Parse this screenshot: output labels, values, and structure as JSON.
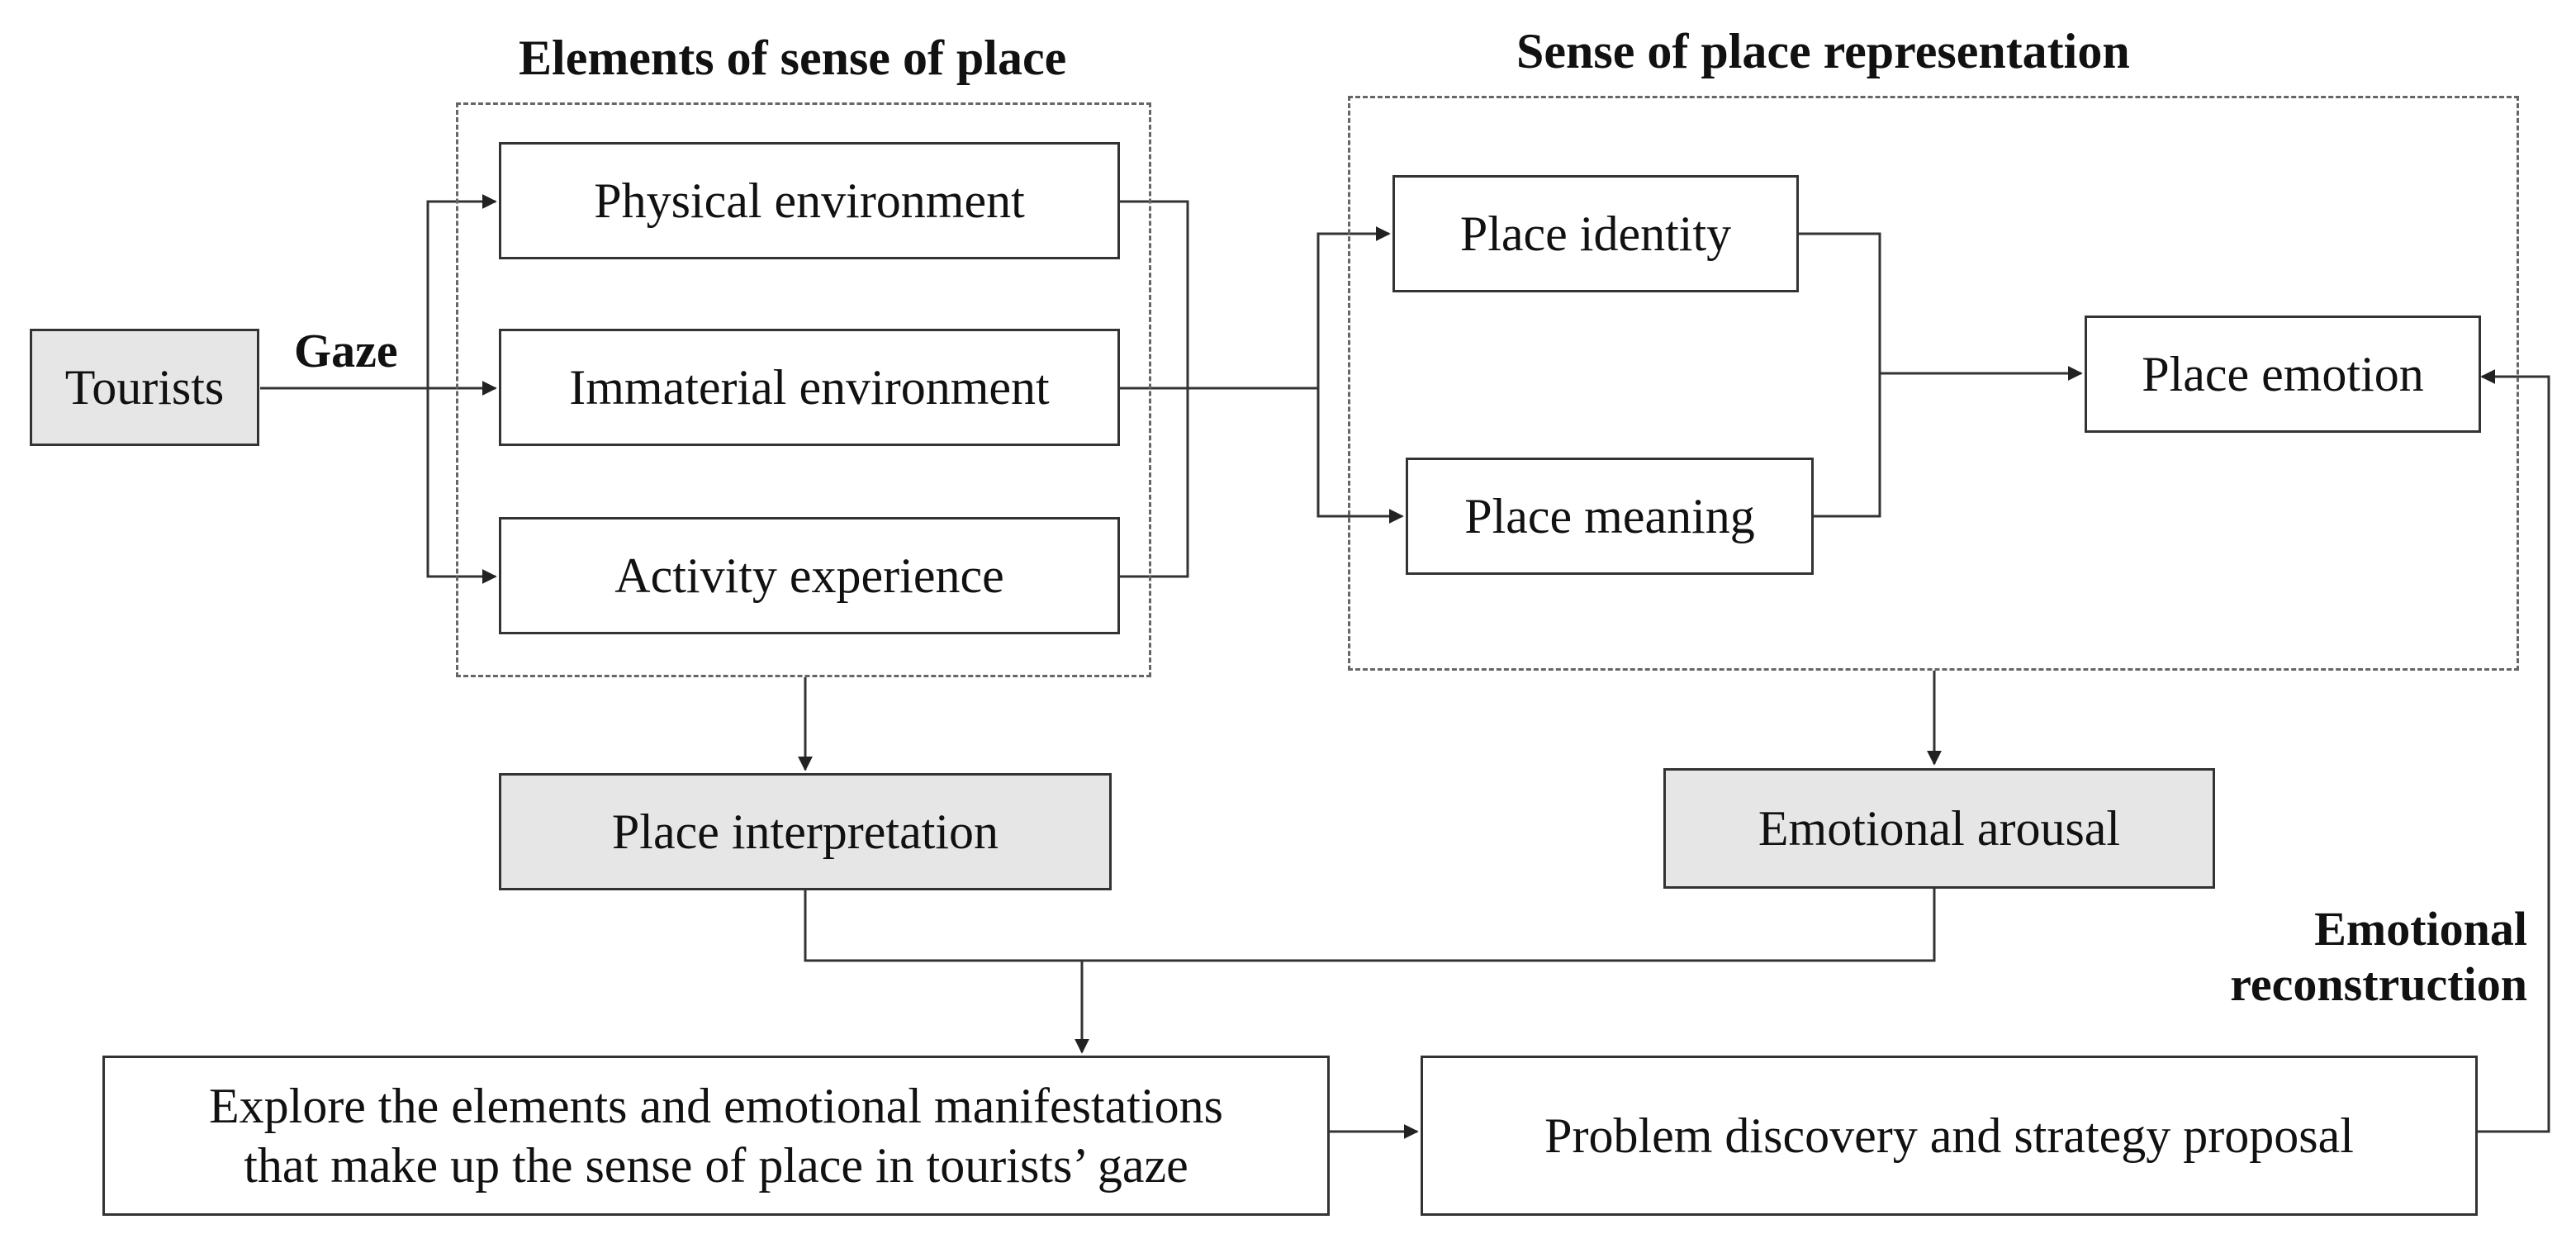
{
  "headers": {
    "elements_of_sense_of_place": "Elements of sense of place",
    "sense_of_place_representation": "Sense of place representation"
  },
  "nodes": {
    "tourists": "Tourists",
    "physical_environment": "Physical environment",
    "immaterial_environment": "Immaterial environment",
    "activity_experience": "Activity experience",
    "place_identity": "Place identity",
    "place_meaning": "Place meaning",
    "place_emotion": "Place emotion",
    "place_interpretation": "Place interpretation",
    "emotional_arousal": "Emotional arousal",
    "explore_line1": "Explore the elements and emotional manifestations",
    "explore_line2": "that make up the sense of place in tourists’ gaze",
    "problem_discovery": "Problem discovery and strategy proposal"
  },
  "edge_labels": {
    "gaze": "Gaze",
    "emotional_reconstruction_line1": "Emotional",
    "emotional_reconstruction_line2": "reconstruction"
  },
  "colors": {
    "shaded_box": "#e6e6e6",
    "line": "#333333",
    "dashed_border": "#666666"
  }
}
